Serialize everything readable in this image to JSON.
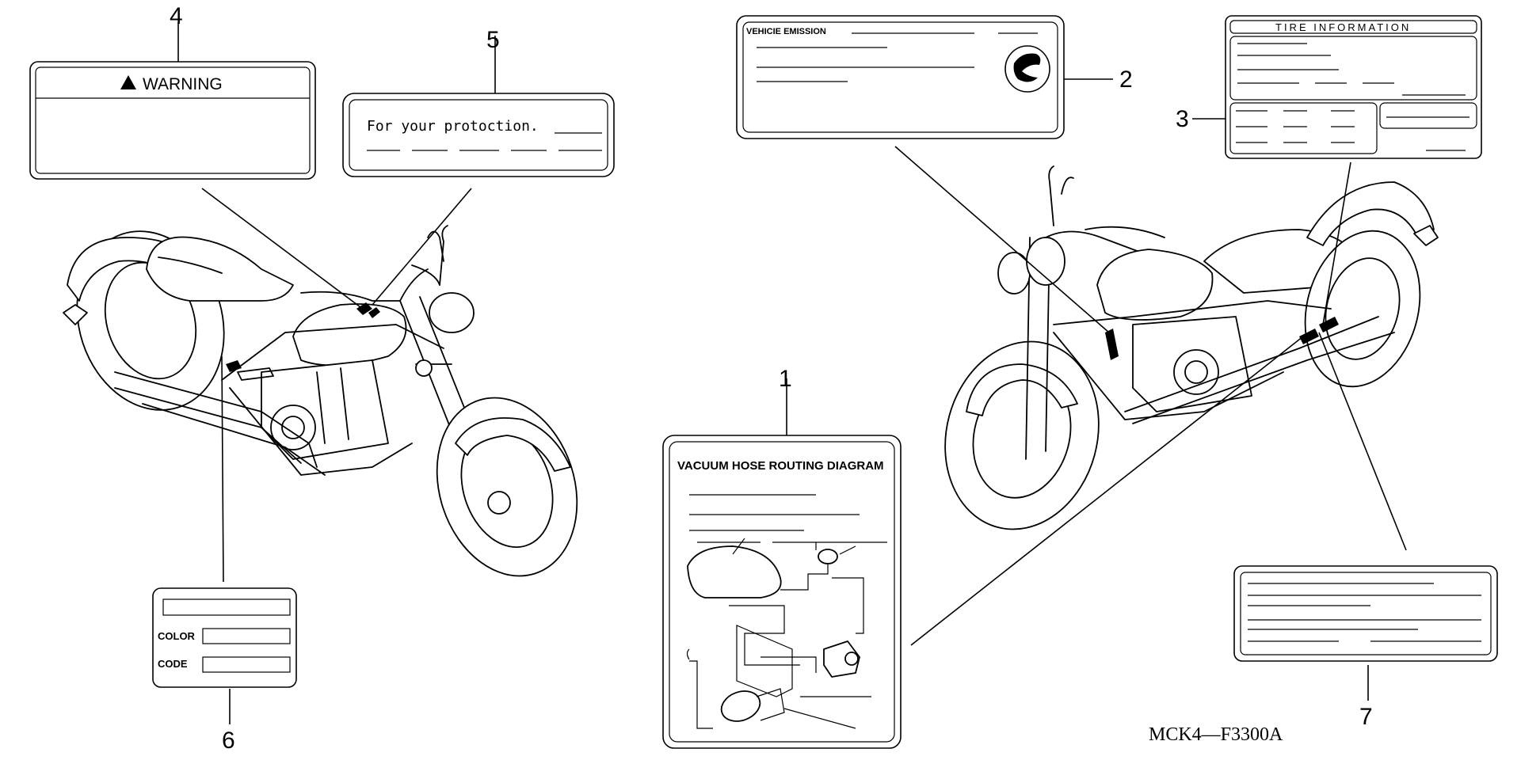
{
  "callouts": {
    "n1": "1",
    "n2": "2",
    "n3": "3",
    "n4": "4",
    "n5": "5",
    "n6": "6",
    "n7": "7"
  },
  "labels": {
    "warning": "WARNING",
    "protection": "For your protoction.",
    "emission": "VEHICIE EMISSION",
    "tire": "TIRE INFORMATION",
    "vacuum": "VACUUM HOSE ROUTING DIAGRAM",
    "color": "COLOR",
    "code": "CODE"
  },
  "diagram_code": "MCK4—F3300A",
  "icons": {
    "warning_triangle": "warning-triangle-icon",
    "brand_emblem": "wing-emblem-icon"
  }
}
